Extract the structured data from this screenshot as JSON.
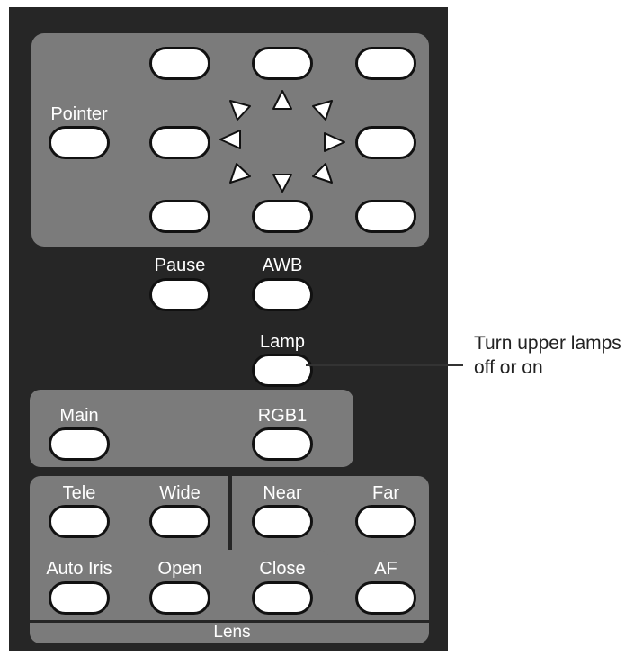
{
  "labels": {
    "pointer": "Pointer",
    "pause": "Pause",
    "awb": "AWB",
    "lamp": "Lamp",
    "main": "Main",
    "rgb1": "RGB1",
    "tele": "Tele",
    "wide": "Wide",
    "near": "Near",
    "far": "Far",
    "auto_iris": "Auto Iris",
    "open": "Open",
    "close": "Close",
    "af": "AF",
    "lens": "Lens"
  },
  "callout": {
    "line1": "Turn upper lamps",
    "line2": "off or on"
  },
  "colors": {
    "body": "#262626",
    "panel": "#7b7b7b",
    "button": "#ffffff",
    "text": "#ffffff"
  },
  "icons": {
    "direction_arrows": [
      "arrow-up-icon",
      "arrow-up-right-icon",
      "arrow-right-icon",
      "arrow-down-right-icon",
      "arrow-down-icon",
      "arrow-down-left-icon",
      "arrow-left-icon",
      "arrow-up-left-icon"
    ]
  }
}
